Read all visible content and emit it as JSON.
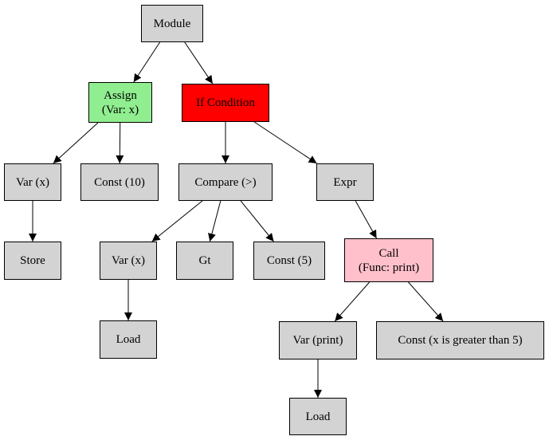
{
  "colors": {
    "default_fill": "#d3d3d3",
    "assign_fill": "#90ee90",
    "if_fill": "#ff0000",
    "call_fill": "#ffc0cb",
    "stroke": "#000000"
  },
  "nodes": {
    "module": "Module",
    "assign": "Assign\n(Var: x)",
    "if_condition": "If Condition",
    "var_x_assign": "Var (x)",
    "const_10": "Const (10)",
    "compare": "Compare (>)",
    "expr": "Expr",
    "store": "Store",
    "var_x_compare": "Var (x)",
    "gt": "Gt",
    "const_5": "Const (5)",
    "call": "Call\n(Func: print)",
    "load_x": "Load",
    "var_print": "Var (print)",
    "const_msg": "Const (x is greater than 5)",
    "load_print": "Load"
  },
  "edges": [
    [
      "module",
      "assign"
    ],
    [
      "module",
      "if_condition"
    ],
    [
      "assign",
      "var_x_assign"
    ],
    [
      "assign",
      "const_10"
    ],
    [
      "var_x_assign",
      "store"
    ],
    [
      "if_condition",
      "compare"
    ],
    [
      "if_condition",
      "expr"
    ],
    [
      "compare",
      "var_x_compare"
    ],
    [
      "compare",
      "gt"
    ],
    [
      "compare",
      "const_5"
    ],
    [
      "var_x_compare",
      "load_x"
    ],
    [
      "expr",
      "call"
    ],
    [
      "call",
      "var_print"
    ],
    [
      "call",
      "const_msg"
    ],
    [
      "var_print",
      "load_print"
    ]
  ]
}
